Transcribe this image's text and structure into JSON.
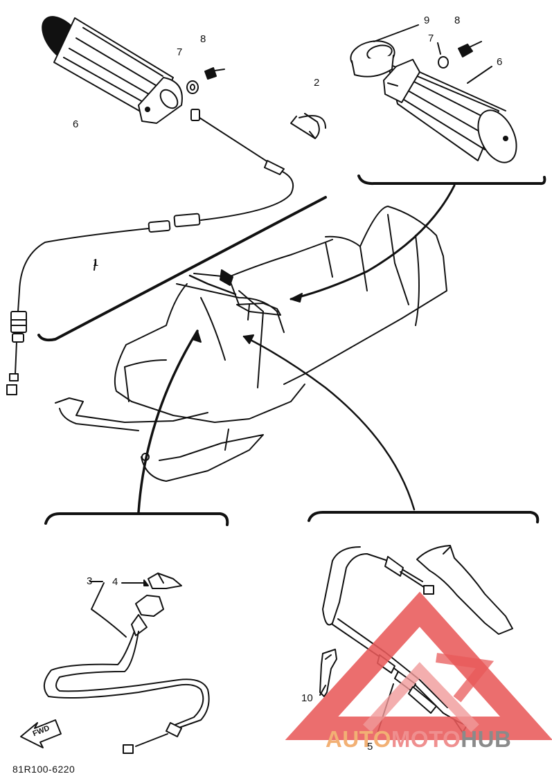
{
  "callouts": {
    "part_1": "1",
    "part_2": "2",
    "part_3": "3",
    "part_4": "4",
    "part_5": "5",
    "part_6_left": "6",
    "part_6_right": "6",
    "part_7_left": "7",
    "part_7_right": "7",
    "part_8_left": "8",
    "part_8_right": "8",
    "part_9": "9",
    "part_10": "10"
  },
  "diagram_code": "81R100-6220",
  "fwd_label": "FWD",
  "watermark": {
    "part1": "AUTO",
    "part2": "MOTO",
    "part3": "HUB"
  },
  "colors": {
    "ink": "#111111",
    "watermark_red": "#e85a5a",
    "watermark_orange": "#f2b074",
    "watermark_gray": "#8a8a8a"
  }
}
